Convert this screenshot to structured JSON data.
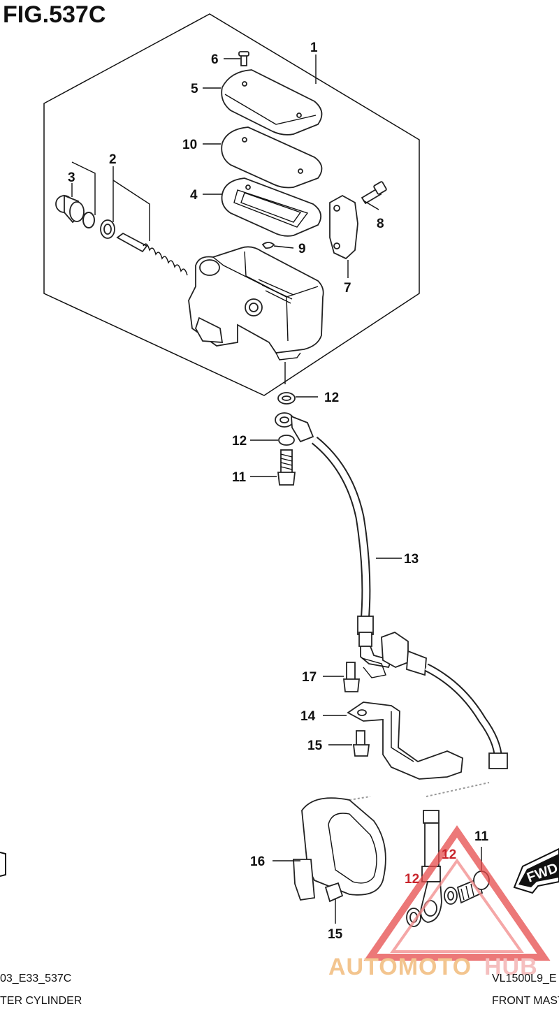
{
  "figure": {
    "title": "FIG.537C"
  },
  "callouts": {
    "c1": "1",
    "c2": "2",
    "c3": "3",
    "c4": "4",
    "c5": "5",
    "c6": "6",
    "c7": "7",
    "c8": "8",
    "c9": "9",
    "c10": "10",
    "c11a": "11",
    "c11b": "11",
    "c12a": "12",
    "c12b": "12",
    "c12c": "12",
    "c12d": "12",
    "c13": "13",
    "c14": "14",
    "c15a": "15",
    "c15b": "15",
    "c16": "16",
    "c17": "17"
  },
  "footer": {
    "left_code": "03_E33_537C",
    "left_caption": "TER CYLINDER",
    "right_code": "VL1500L9_E",
    "right_caption": "FRONT MAST"
  },
  "watermark": {
    "brand_a": "AUTOMOTO",
    "brand_b": "HUB",
    "color_a": "#f0b26a",
    "color_b": "#f2aaaa"
  },
  "badge": {
    "label": "FWD"
  },
  "colors": {
    "ink": "#111111",
    "red": "#c8242b"
  }
}
